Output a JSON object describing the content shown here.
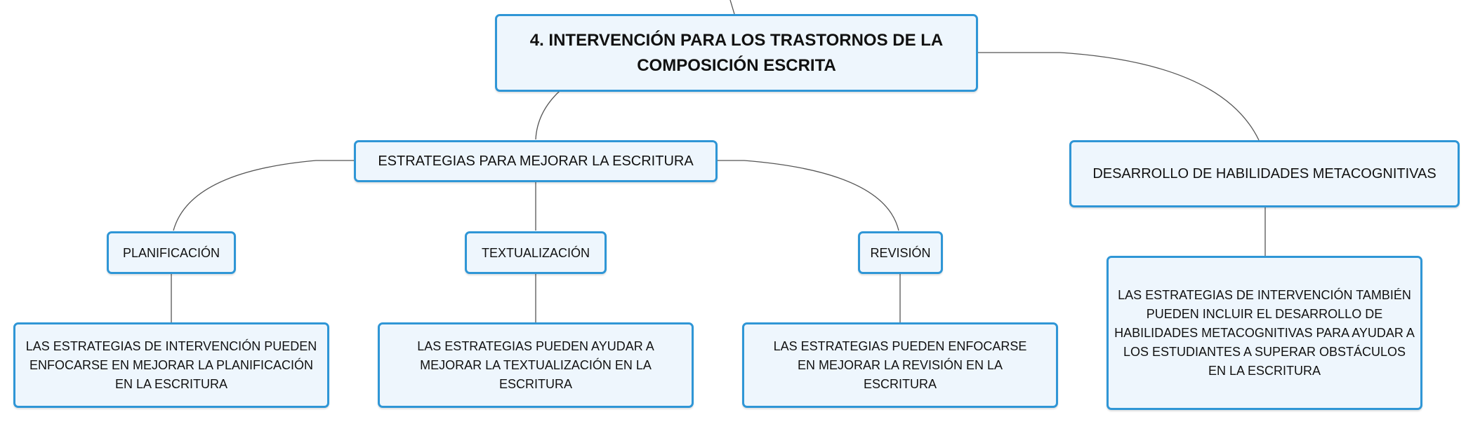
{
  "diagram": {
    "root": {
      "label": "4. INTERVENCIÓN PARA LOS TRASTORNOS DE LA COMPOSICIÓN ESCRITA"
    },
    "estrategias": {
      "label": "ESTRATEGIAS PARA MEJORAR LA ESCRITURA"
    },
    "desarrollo": {
      "label": "DESARROLLO DE HABILIDADES METACOGNITIVAS"
    },
    "planificacion": {
      "label": "PLANIFICACIÓN",
      "detail": "LAS ESTRATEGIAS DE INTERVENCIÓN PUEDEN ENFOCARSE EN MEJORAR LA PLANIFICACIÓN EN LA ESCRITURA"
    },
    "textualizacion": {
      "label": "TEXTUALIZACIÓN",
      "detail": "LAS ESTRATEGIAS PUEDEN AYUDAR A MEJORAR LA TEXTUALIZACIÓN EN LA ESCRITURA"
    },
    "revision": {
      "label": "REVISIÓN",
      "detail": "LAS ESTRATEGIAS PUEDEN ENFOCARSE EN MEJORAR LA REVISIÓN EN LA ESCRITURA"
    },
    "desarrollo_detail": "LAS ESTRATEGIAS DE INTERVENCIÓN TAMBIÉN PUEDEN INCLUIR EL DESARROLLO DE HABILIDADES METACOGNITIVAS PARA AYUDAR A LOS ESTUDIANTES A SUPERAR OBSTÁCULOS EN LA ESCRITURA"
  },
  "colors": {
    "border": "#2f96d6",
    "fill": "#eef6fd",
    "connector": "#555555"
  }
}
